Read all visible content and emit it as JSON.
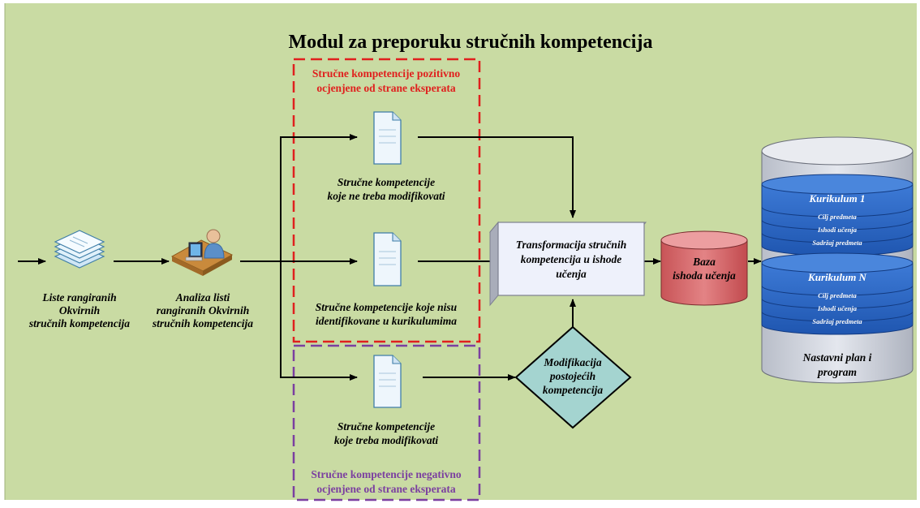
{
  "title": "Modul za preporuku stručnih kompetencija",
  "nodes": {
    "liste": [
      "Liste rangiranih",
      "Okvirnih",
      "stručnih kompetencija"
    ],
    "analiza": [
      "Analiza listi",
      "rangiranih Okvirnih",
      "stručnih kompetencija"
    ],
    "ne_modifikovati": [
      "Stručne kompetencije",
      "koje ne treba modifikovati"
    ],
    "nisu_identifikovane": [
      "Stručne kompetencije koje nisu",
      "identifikovane u kurikulumima"
    ],
    "treba_modifikovati": [
      "Stručne kompetencije",
      "koje treba modifikovati"
    ],
    "transformacija": [
      "Transformacija stručnih",
      "kompetencija u ishode",
      "učenja"
    ],
    "modifikacija": [
      "Modifikacija",
      "postojećih",
      "kompetencija"
    ],
    "baza": [
      "Baza",
      "ishoda učenja"
    ],
    "nastavni_plan": [
      "Nastavni plan i",
      "program"
    ]
  },
  "groups": {
    "pozitivno": [
      "Stručne kompetencije pozitivno",
      "ocjenjene od strane eksperata"
    ],
    "negativno": [
      "Stručne kompetencije negativno",
      "ocjenjene od strane eksperata"
    ]
  },
  "curricula": [
    {
      "name": "Kurikulum 1",
      "rows": [
        "Cilj predmeta",
        "Ishodi učenja",
        "Sadržaj predmeta"
      ]
    },
    {
      "name": "Kurikulum N",
      "rows": [
        "Cilj predmeta",
        "Ishodi učenja",
        "Sadržaj predmeta"
      ]
    }
  ],
  "colors": {
    "background": "#c9dba3",
    "positive_border": "#e0201e",
    "negative_border": "#7b3fa0",
    "curriculum_blue": "#2a66c4",
    "database_pink": "#d9686b",
    "diamond_teal": "#a4d4d0",
    "process_box": "#eef1fb"
  }
}
